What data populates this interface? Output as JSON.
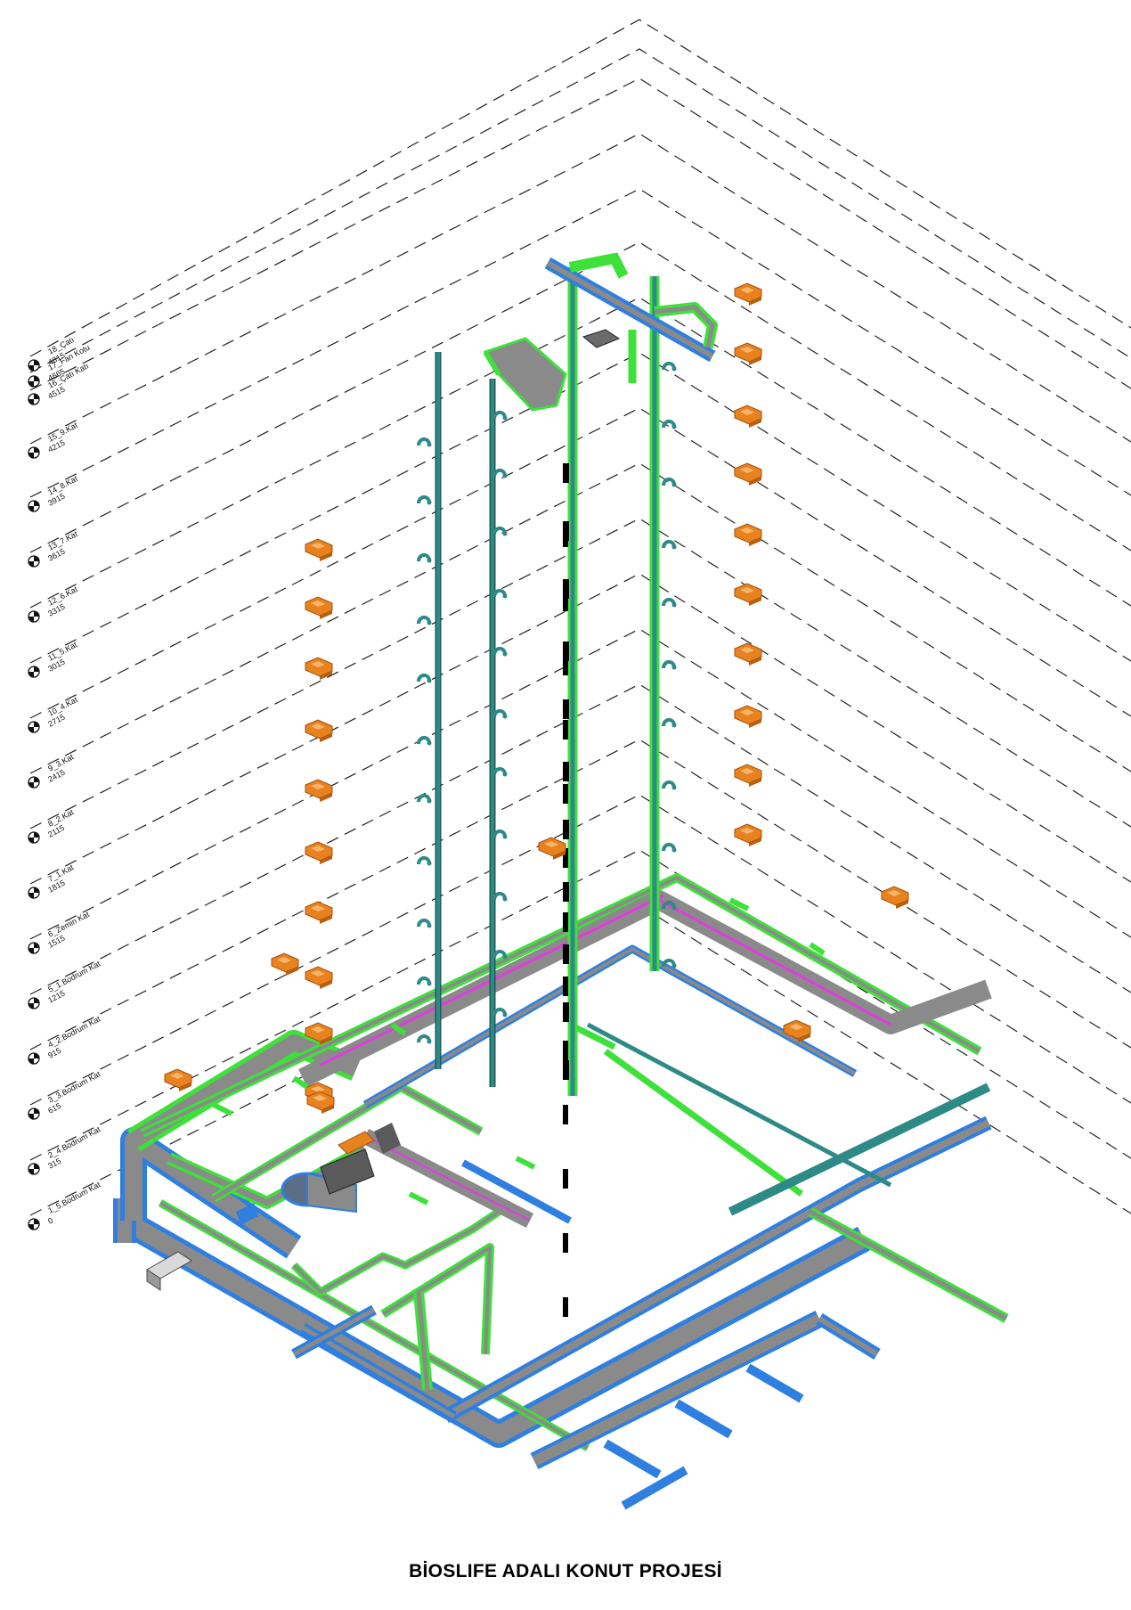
{
  "title": "BİOSLIFE ADALI KONUT PROJESİ",
  "levels": [
    {
      "name": "18_Çatı",
      "elevation": "4815"
    },
    {
      "name": "17_Fan Kotu",
      "elevation": "4665"
    },
    {
      "name": "16_Çatı Katı",
      "elevation": "4515"
    },
    {
      "name": "15_9.Kat",
      "elevation": "4215"
    },
    {
      "name": "14_8.Kat",
      "elevation": "3915"
    },
    {
      "name": "13_7.Kat",
      "elevation": "3615"
    },
    {
      "name": "12_6.Kat",
      "elevation": "3315"
    },
    {
      "name": "11_5.Kat",
      "elevation": "3015"
    },
    {
      "name": "10_4.Kat",
      "elevation": "2715"
    },
    {
      "name": "9_3.Kat",
      "elevation": "2415"
    },
    {
      "name": "8_2.Kat",
      "elevation": "2115"
    },
    {
      "name": "7_1.Kat",
      "elevation": "1815"
    },
    {
      "name": "6_Zemin Kat",
      "elevation": "1515"
    },
    {
      "name": "5_1.Bodrum Kat",
      "elevation": "1215"
    },
    {
      "name": "4_2.Bodrum Kat",
      "elevation": "915"
    },
    {
      "name": "3_3.Bodrum Kat",
      "elevation": "615"
    },
    {
      "name": "2_4.Bodrum Kat",
      "elevation": "315"
    },
    {
      "name": "1_5.Bodrum Kat",
      "elevation": "0"
    }
  ],
  "colors": {
    "level_line": "#222222",
    "duct_fill": "#8a8a8a",
    "duct_blue": "#2f7fe0",
    "duct_green": "#3ee03a",
    "duct_magenta": "#e23be0",
    "riser_teal": "#2e8a86",
    "equipment_orange": "#e8821e",
    "shaft_black": "#000000"
  }
}
